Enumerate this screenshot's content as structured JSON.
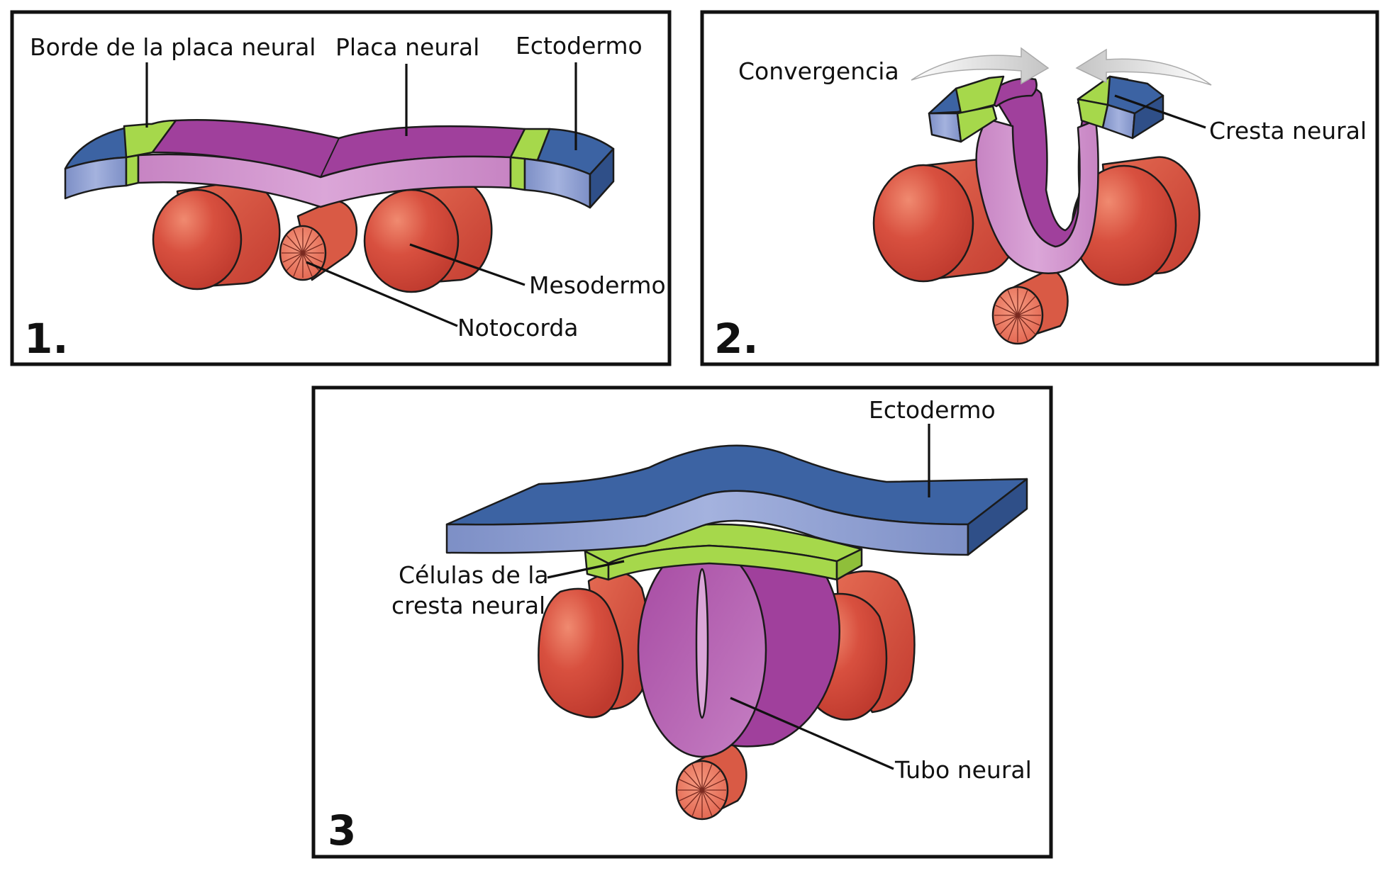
{
  "panels": [
    {
      "number": "1.",
      "labels": {
        "border": "Borde de la placa neural",
        "plate": "Placa neural",
        "ectoderm": "Ectodermo",
        "mesoderm": "Mesodermo",
        "notochord": "Notocorda"
      }
    },
    {
      "number": "2.",
      "labels": {
        "convergence": "Convergencia",
        "crest": "Cresta neural"
      }
    },
    {
      "number": "3",
      "labels": {
        "ectoderm": "Ectodermo",
        "crest_cells_1": "Células de la",
        "crest_cells_2": "cresta neural",
        "tube": "Tubo neural"
      }
    }
  ],
  "colors": {
    "ectoderm_top": "#3c63a3",
    "ectoderm_side": "#8797c9",
    "neural_top": "#a0409c",
    "neural_side": "#c684c2",
    "crest": "#a6d84b",
    "mesoderm": "#d44c3c",
    "notochord": "#e86d55",
    "arrow": "#d5d5d5"
  }
}
